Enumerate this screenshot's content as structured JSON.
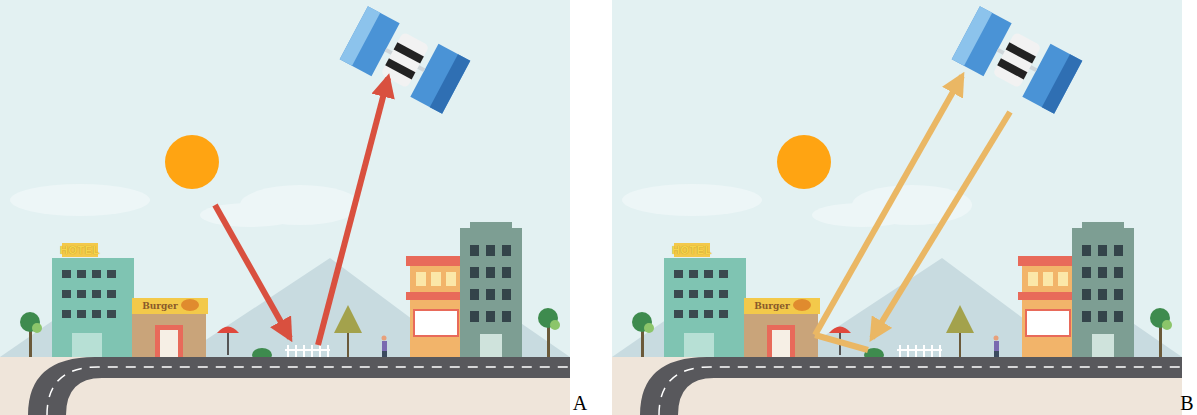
{
  "diagram": {
    "labels": [
      "HOTEL",
      "Burger",
      "A",
      "HOTEL",
      "Burger",
      "B"
    ]
  }
}
